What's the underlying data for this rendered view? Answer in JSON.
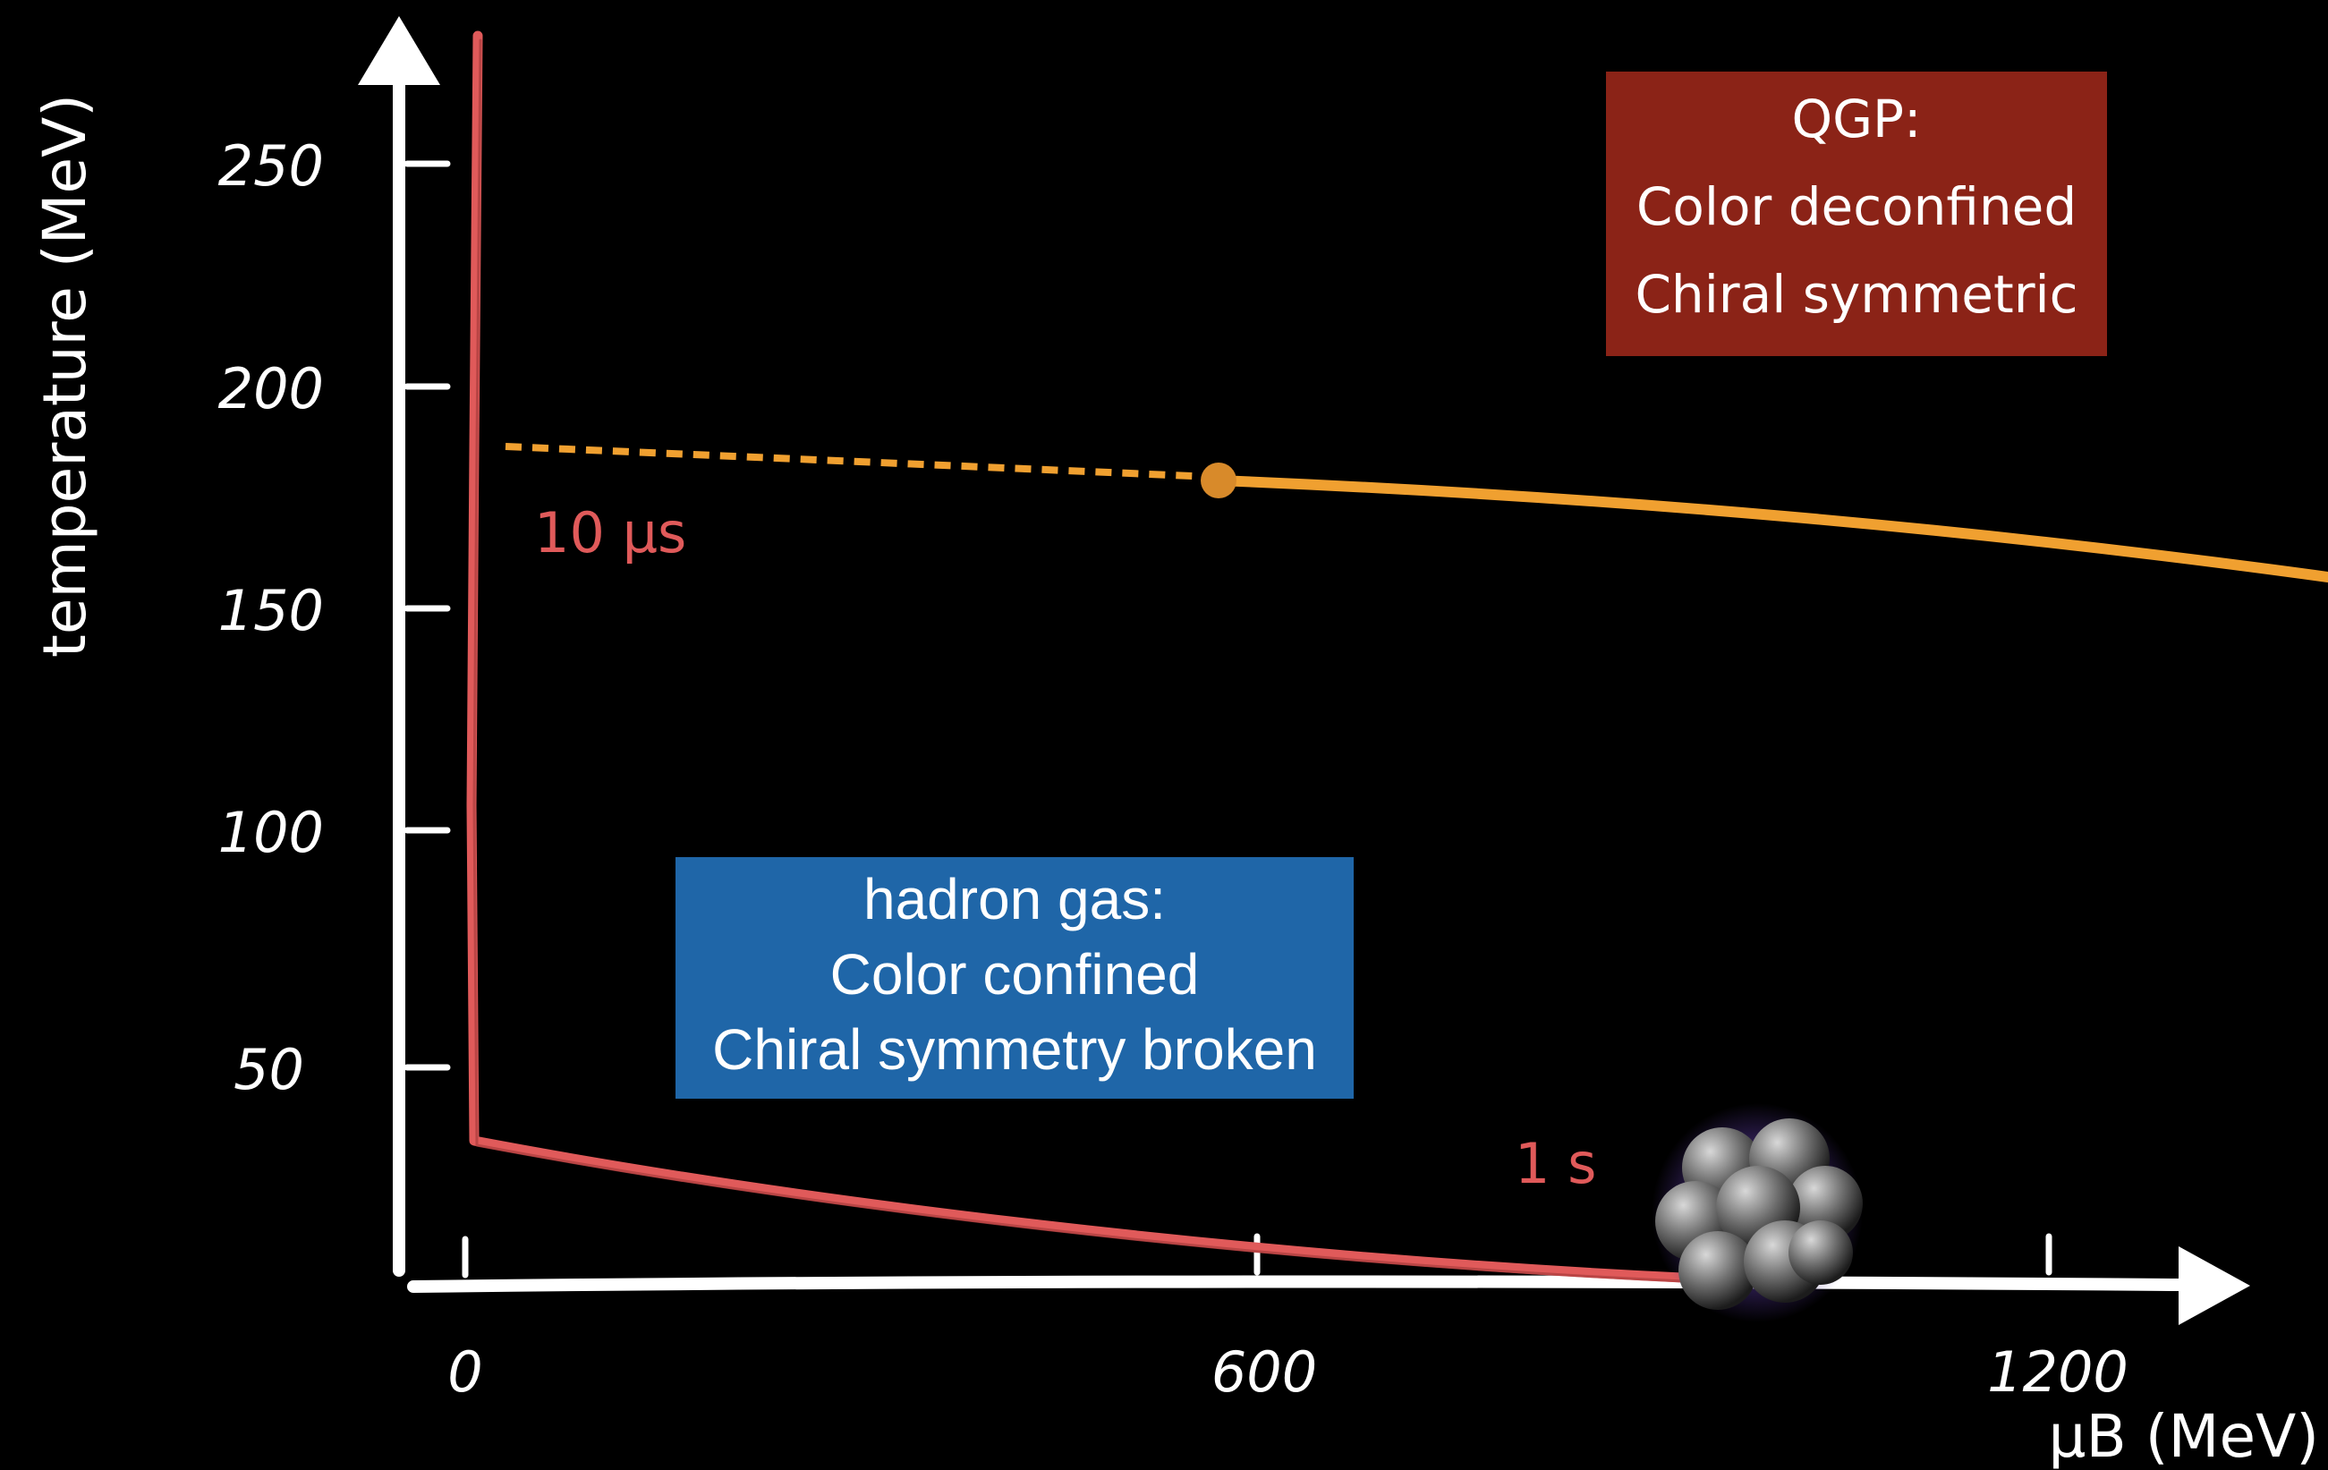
{
  "axes": {
    "y_title": "temperature (MeV)",
    "x_title": "μB (MeV)",
    "y_ticks": [
      "250",
      "200",
      "150",
      "100",
      "50"
    ],
    "x_ticks": [
      "0",
      "600",
      "1200"
    ]
  },
  "labels": {
    "time_early": "10 μs",
    "time_late": "1 s"
  },
  "boxes": {
    "qgp": {
      "line1": "QGP:",
      "line2": "Color deconfined",
      "line3": "Chiral symmetric"
    },
    "hadron": {
      "line1": "hadron gas:",
      "line2": "Color confined",
      "line3": "Chiral symmetry broken"
    }
  },
  "colors": {
    "background": "#000000",
    "axis": "#ffffff",
    "trajectory": "#e05a5a",
    "transition": "#f0a030",
    "critical_point": "#d88a2a",
    "qgp_box": "#8b2317",
    "hadron_box": "#1f66a8"
  },
  "icons": {
    "nucleus": "nucleus-icon"
  }
}
